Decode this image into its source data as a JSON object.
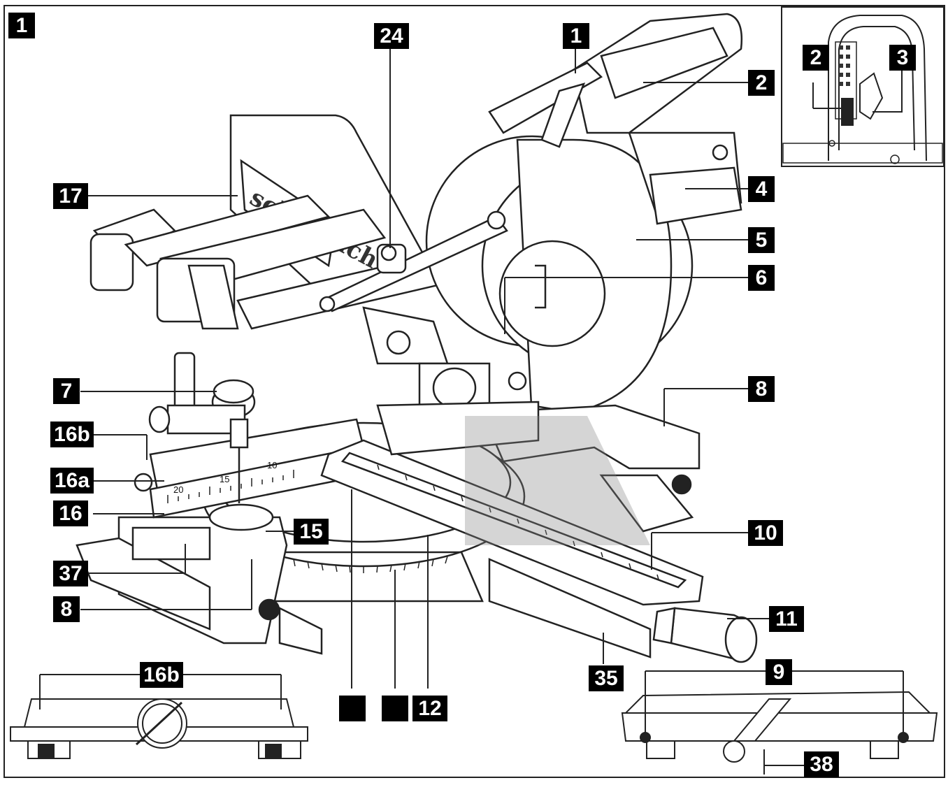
{
  "figure_number": "1",
  "brand_text": "scheppach",
  "fence_scale_numbers": [
    "20",
    "15",
    "10"
  ],
  "callouts": {
    "c1_top": "1",
    "c2": "2",
    "c3_not_used": "",
    "c4": "4",
    "c5": "5",
    "c6": "6",
    "c7": "7",
    "c8_right": "8",
    "c8_left": "8",
    "c9": "9",
    "c10": "10",
    "c11": "11",
    "c12": "12",
    "c13": "",
    "c14": "",
    "c15": "15",
    "c16": "16",
    "c16a": "16a",
    "c16b": "16b",
    "c16b_bottom": "16b",
    "c17": "17",
    "c24": "24",
    "c35": "35",
    "c37": "37",
    "c38": "38",
    "inset_2": "2",
    "inset_3": "3"
  }
}
